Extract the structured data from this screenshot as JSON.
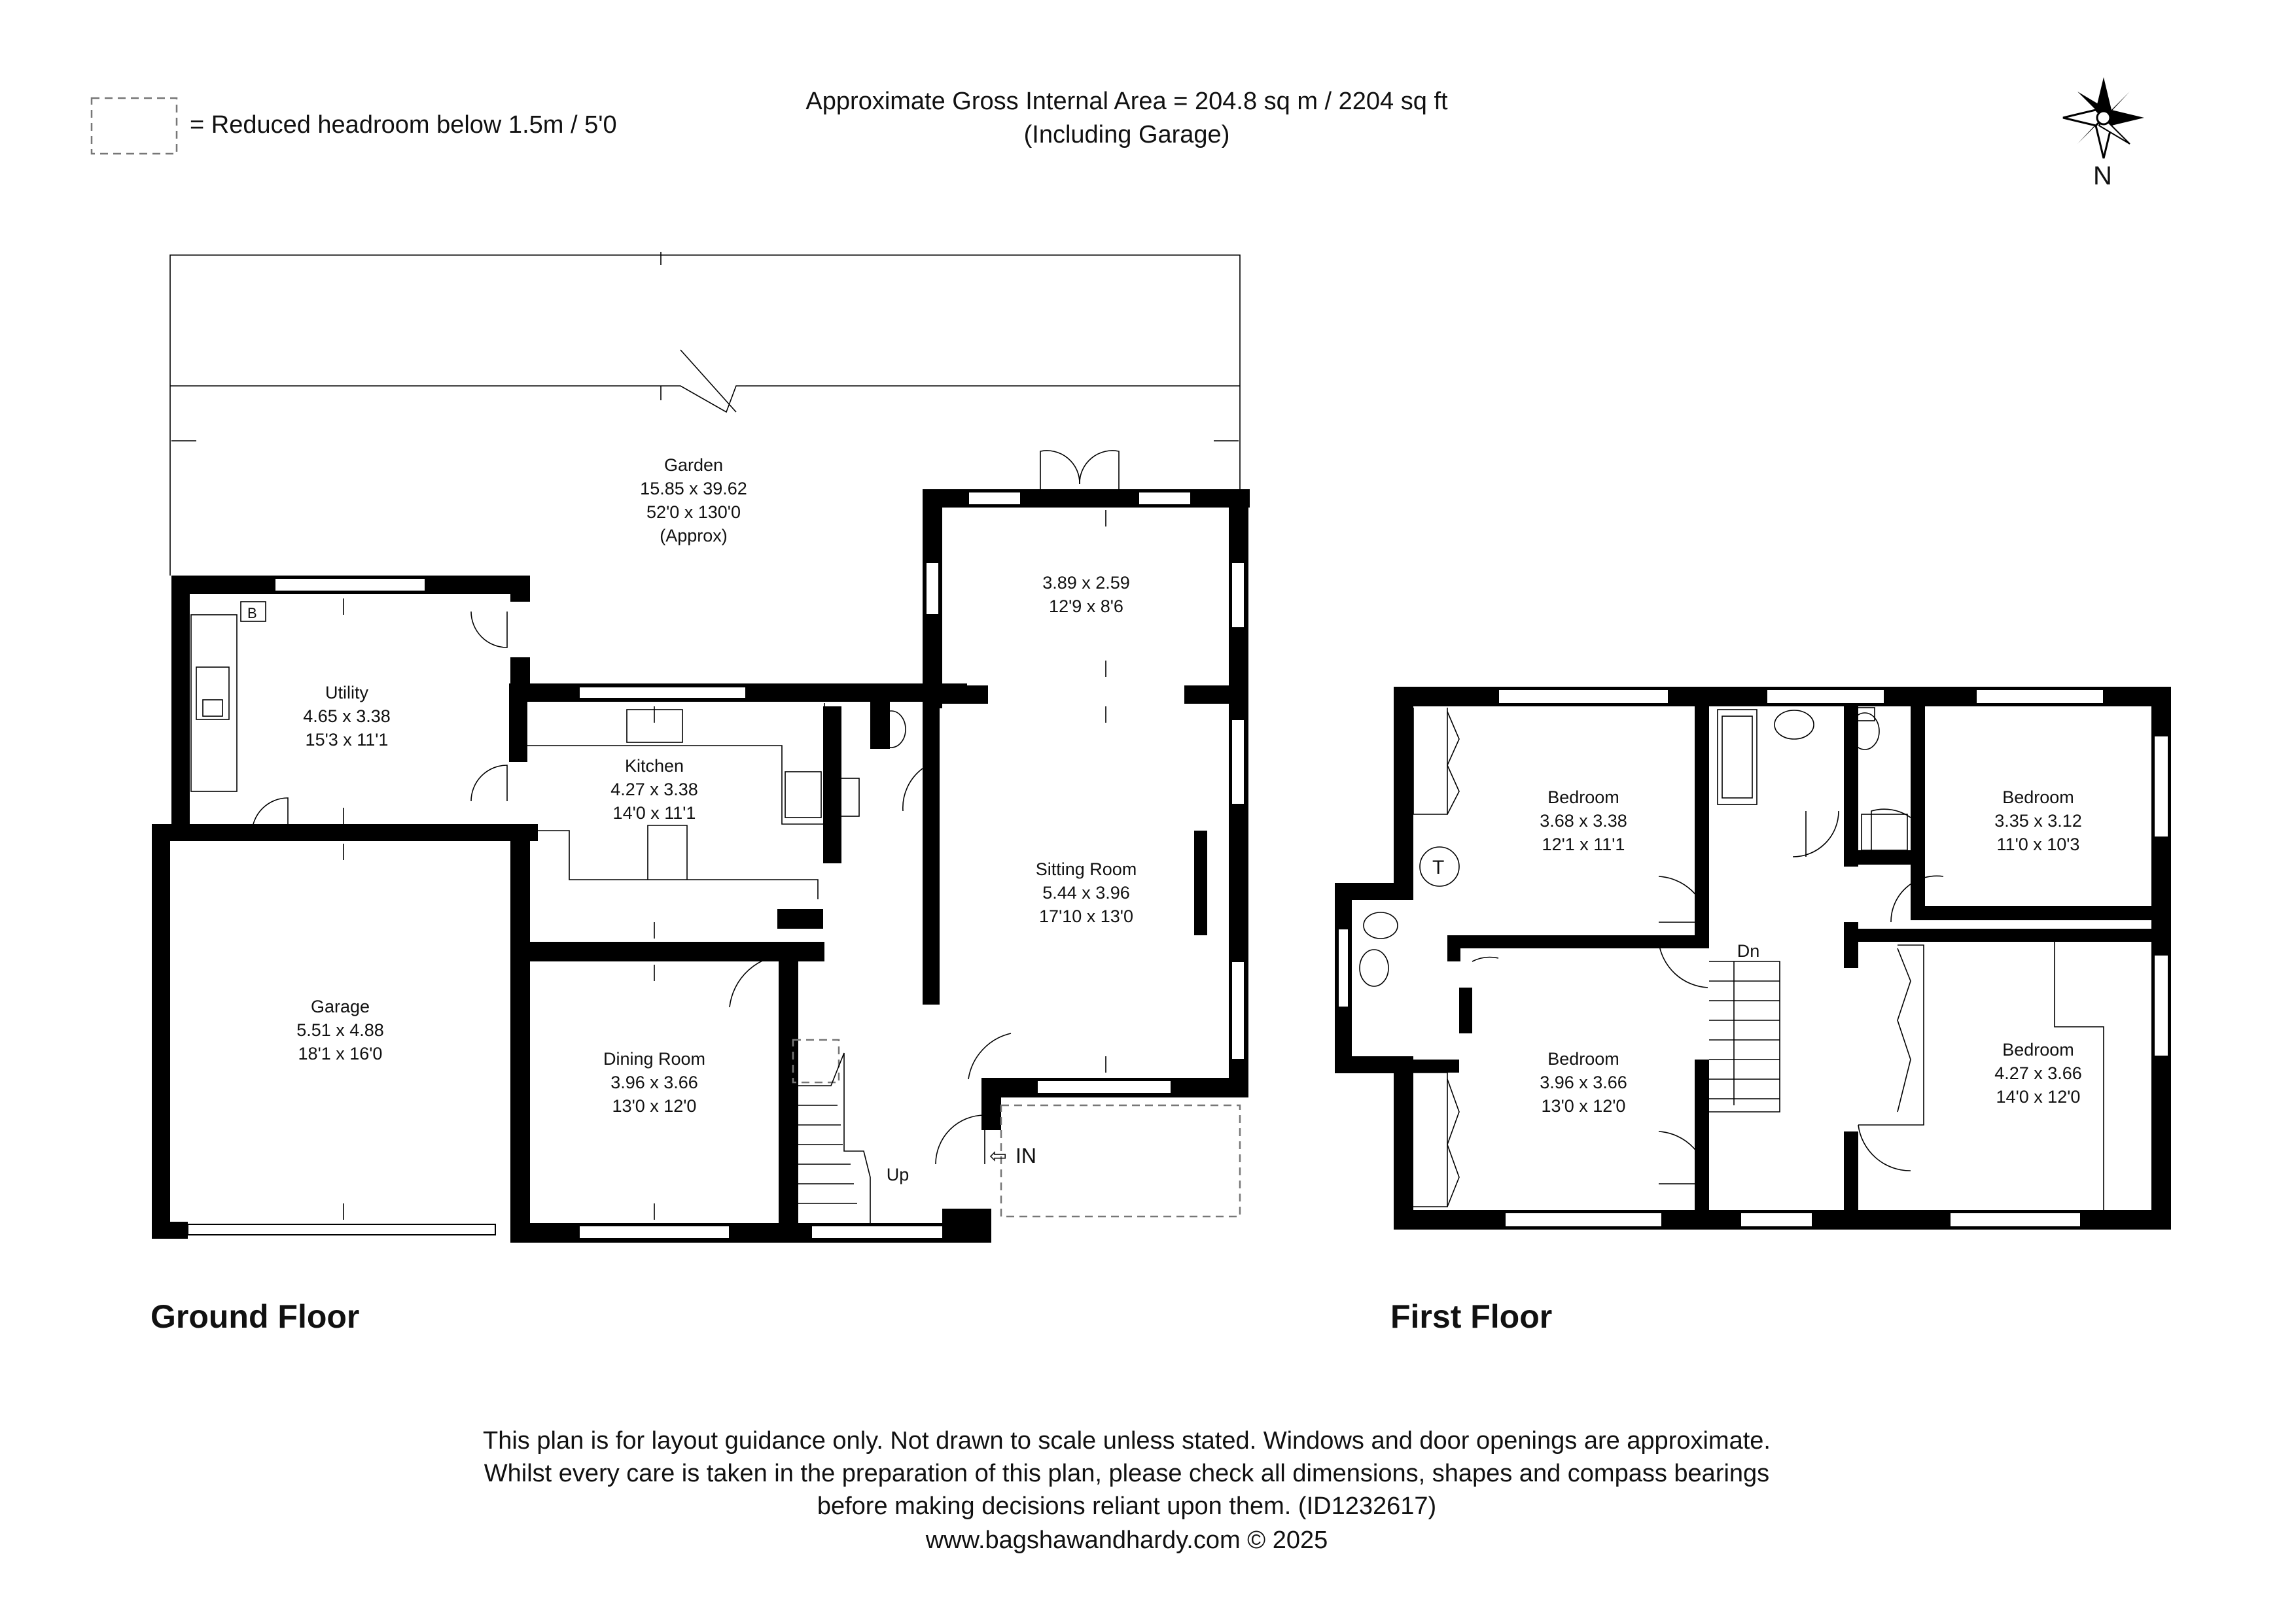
{
  "legend": {
    "text": "= Reduced headroom below 1.5m / 5'0"
  },
  "area": {
    "line1": "Approximate Gross Internal Area = 204.8 sq m / 2204 sq ft",
    "line2": "(Including Garage)"
  },
  "compass": {
    "label": "N"
  },
  "ground_floor": {
    "title": "Ground Floor",
    "garden": {
      "name": "Garden",
      "metric": "15.85 x 39.62",
      "imperial": "52'0 x 130'0",
      "note": "(Approx)"
    },
    "utility": {
      "name": "Utility",
      "metric": "4.65 x 3.38",
      "imperial": "15'3 x 11'1",
      "boiler": "B"
    },
    "kitchen": {
      "name": "Kitchen",
      "metric": "4.27 x 3.38",
      "imperial": "14'0 x 11'1"
    },
    "garage": {
      "name": "Garage",
      "metric": "5.51 x 4.88",
      "imperial": "18'1 x 16'0"
    },
    "dining": {
      "name": "Dining Room",
      "metric": "3.96 x 3.66",
      "imperial": "13'0 x 12'0"
    },
    "conservatory": {
      "metric": "3.89 x 2.59",
      "imperial": "12'9 x 8'6"
    },
    "sitting": {
      "name": "Sitting Room",
      "metric": "5.44 x 3.96",
      "imperial": "17'10 x 13'0"
    },
    "stairs_label": "Up",
    "entrance_label": "IN"
  },
  "first_floor": {
    "title": "First Floor",
    "bedroom_nw": {
      "name": "Bedroom",
      "metric": "3.68 x 3.38",
      "imperial": "12'1 x 11'1"
    },
    "bedroom_ne": {
      "name": "Bedroom",
      "metric": "3.35 x 3.12",
      "imperial": "11'0 x 10'3"
    },
    "bedroom_sw": {
      "name": "Bedroom",
      "metric": "3.96 x 3.66",
      "imperial": "13'0 x 12'0"
    },
    "bedroom_se": {
      "name": "Bedroom",
      "metric": "4.27 x 3.66",
      "imperial": "14'0 x 12'0"
    },
    "tank_label": "T",
    "stairs_label": "Dn"
  },
  "disclaimer": {
    "line1": "This plan is for layout guidance only. Not drawn to scale unless stated. Windows and door openings are approximate.",
    "line2": "Whilst every care is taken in the preparation of this plan, please check all dimensions, shapes and compass bearings",
    "line3": "before making decisions reliant upon them. (ID1232617)",
    "line4": "www.bagshawandhardy.com © 2025"
  }
}
